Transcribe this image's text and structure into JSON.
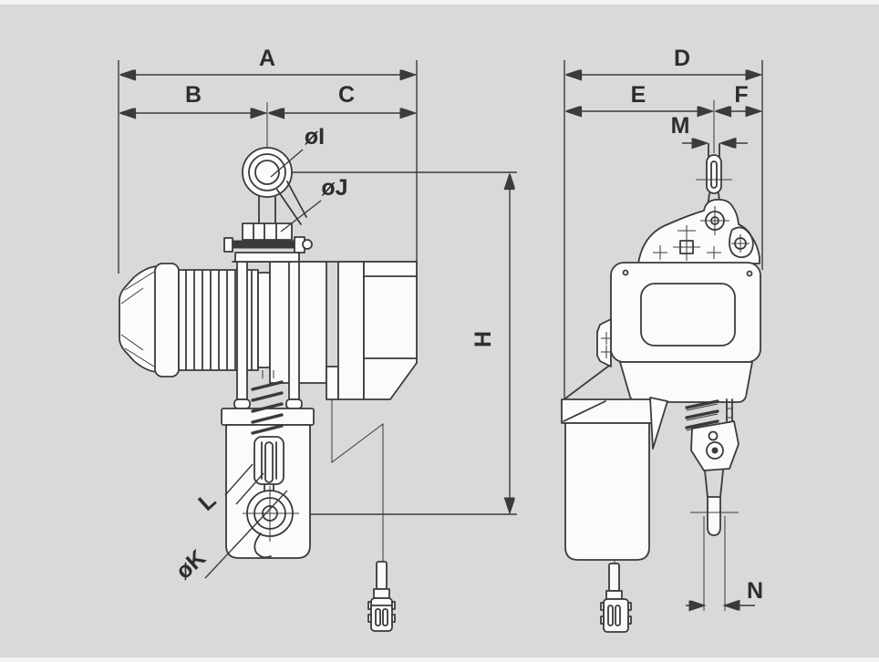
{
  "drawing": {
    "background_color": "#d9d9d9",
    "line_color": "#3b3b3b",
    "labels": {
      "a": "A",
      "b": "B",
      "c": "C",
      "d": "D",
      "e": "E",
      "f": "F",
      "h": "H",
      "i": "øI",
      "j": "øJ",
      "k": "øK",
      "l": "L",
      "m": "M",
      "n": "N"
    }
  }
}
